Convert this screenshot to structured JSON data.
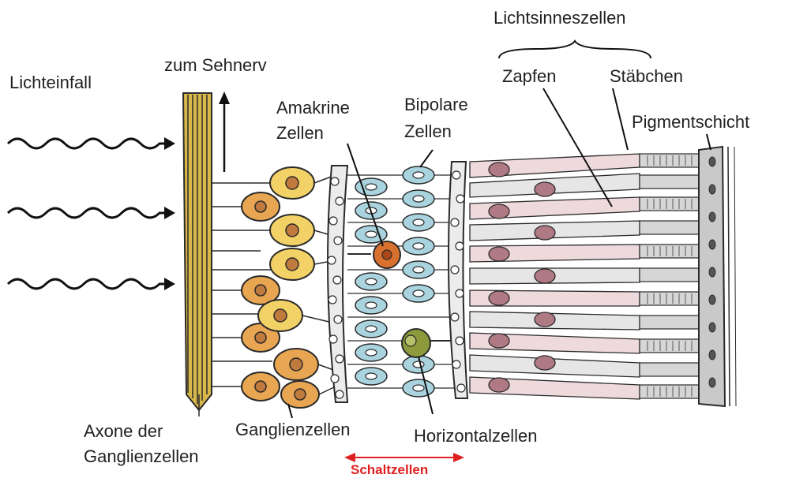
{
  "labels": {
    "lichtsinneszellen": "Lichtsinneszellen",
    "zapfen": "Zapfen",
    "staebchen": "Stäbchen",
    "pigmentschicht": "Pigmentschicht",
    "lichteinfall": "Lichteinfall",
    "sehnerv": "zum Sehnerv",
    "amakrine_1": "Amakrine",
    "amakrine_2": "Zellen",
    "bipolare_1": "Bipolare",
    "bipolare_2": "Zellen",
    "axone_1": "Axone der",
    "axone_2": "Ganglienzellen",
    "ganglien": "Ganglienzellen",
    "horizontal": "Horizontalzellen",
    "schaltzellen": "Schaltzellen"
  },
  "colors": {
    "outline": "#2a2a2a",
    "axon_fill": "#d9b84a",
    "ganglion_yellow": "#f2d266",
    "ganglion_orange": "#e8a552",
    "amacrine": "#d9712e",
    "bipolar": "#a9d3de",
    "horizontal": "#8c9a3c",
    "receptor_pink": "#eed9dc",
    "receptor_nucleus": "#b07a84",
    "pigment": "#c9c9c9",
    "accent_red": "#e02020"
  }
}
